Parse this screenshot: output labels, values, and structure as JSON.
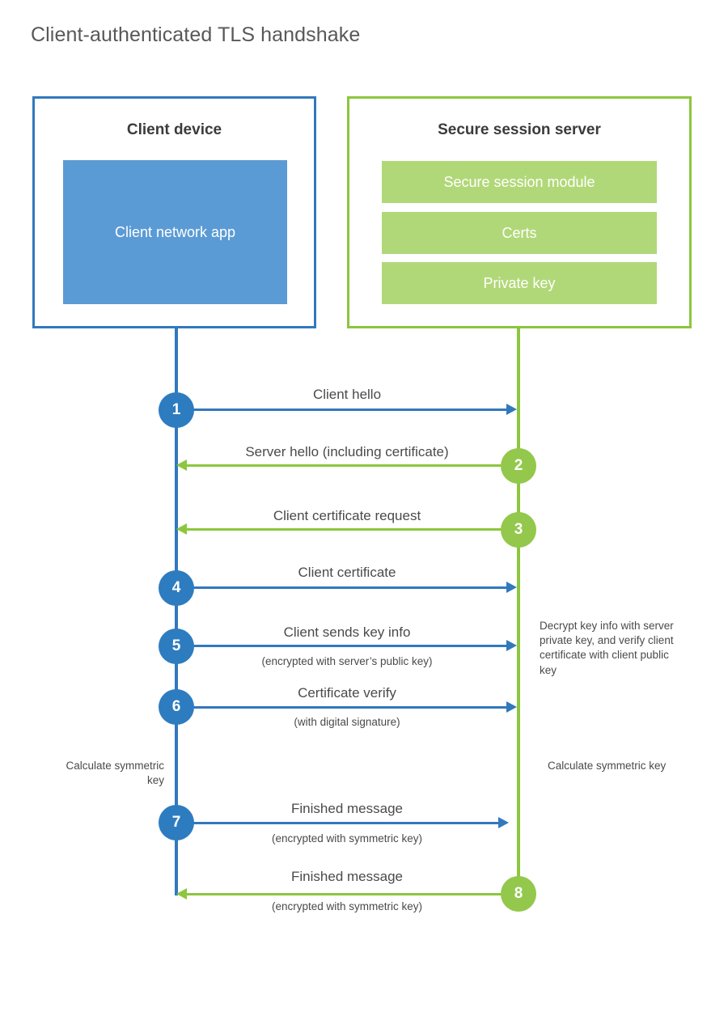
{
  "title": "Client-authenticated TLS handshake",
  "colors": {
    "client_border": "#3179bd",
    "client_app_fill": "#5b9bd5",
    "server_border": "#8cc63e",
    "server_block_fill": "#b1d878",
    "client_circle": "#2e7cc0",
    "server_circle": "#93c84c",
    "text": "#4a4a4c",
    "title_text": "#58585a",
    "background": "#ffffff"
  },
  "actors": {
    "client": {
      "title": "Client device",
      "blocks": [
        {
          "label": "Client network app"
        }
      ]
    },
    "server": {
      "title": "Secure session server",
      "blocks": [
        {
          "label": "Secure session module"
        },
        {
          "label": "Certs"
        },
        {
          "label": "Private key"
        }
      ]
    }
  },
  "steps": [
    {
      "number": "1",
      "origin": "client",
      "direction": "right",
      "label": "Client hello",
      "sublabel": ""
    },
    {
      "number": "2",
      "origin": "server",
      "direction": "left",
      "label": "Server hello (including certificate)",
      "sublabel": ""
    },
    {
      "number": "3",
      "origin": "server",
      "direction": "left",
      "label": "Client certificate request",
      "sublabel": ""
    },
    {
      "number": "4",
      "origin": "client",
      "direction": "right",
      "label": "Client certificate",
      "sublabel": ""
    },
    {
      "number": "5",
      "origin": "client",
      "direction": "right",
      "label": "Client sends key info",
      "sublabel": "(encrypted with server’s public key)"
    },
    {
      "number": "6",
      "origin": "client",
      "direction": "right",
      "label": "Certificate verify",
      "sublabel": "(with digital signature)"
    },
    {
      "number": "7",
      "origin": "client",
      "direction": "right",
      "label": "Finished message",
      "sublabel": "(encrypted with symmetric key)"
    },
    {
      "number": "8",
      "origin": "server",
      "direction": "left",
      "label": "Finished message",
      "sublabel": "(encrypted with symmetric key)"
    }
  ],
  "annotations": {
    "server_decrypt": "Decrypt key info with server private key, and verify client certificate with client public key",
    "client_calculate": "Calculate symmetric key",
    "server_calculate": "Calculate symmetric key"
  }
}
